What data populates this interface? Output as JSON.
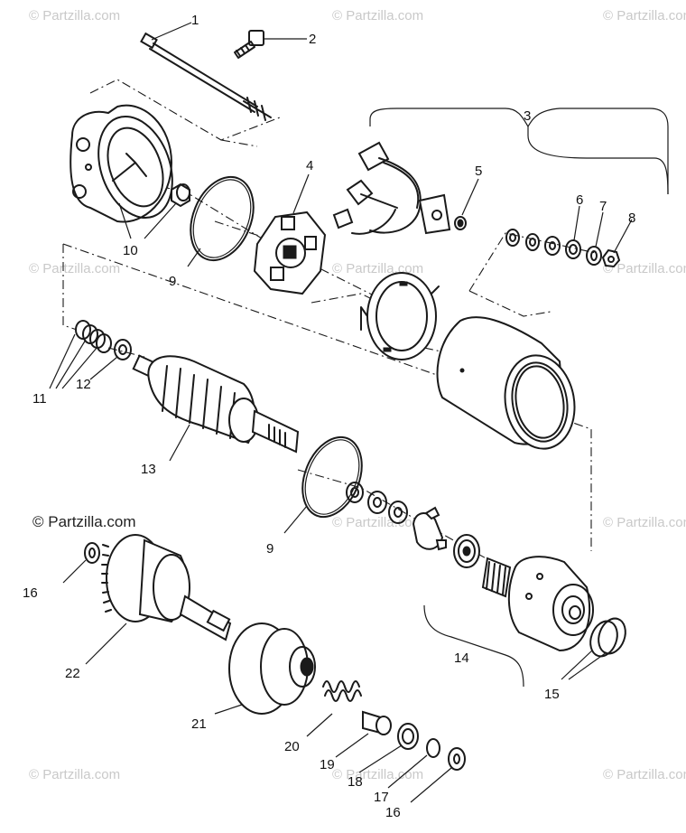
{
  "watermark": {
    "text": "© Partzilla.com"
  },
  "callouts": {
    "c1": "1",
    "c2": "2",
    "c3": "3",
    "c4": "4",
    "c5": "5",
    "c6": "6",
    "c7": "7",
    "c8": "8",
    "c9a": "9",
    "c9b": "9",
    "c10": "10",
    "c11": "11",
    "c12": "12",
    "c13": "13",
    "c14": "14",
    "c15": "15",
    "c16a": "16",
    "c16b": "16",
    "c17": "17",
    "c18": "18",
    "c19": "19",
    "c20": "20",
    "c21": "21",
    "c22": "22"
  }
}
